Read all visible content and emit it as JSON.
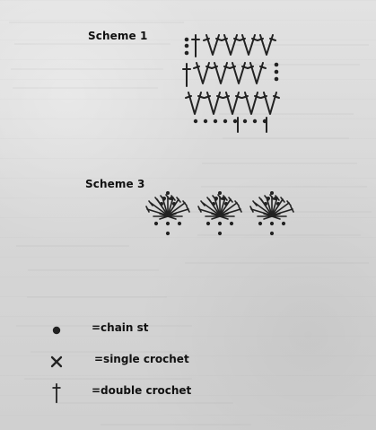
{
  "diagram": {
    "scheme_1_title": "Scheme 1",
    "scheme_3_title": "Scheme 3"
  },
  "legend": [
    {
      "label": "=chain st"
    },
    {
      "label": "=single crochet"
    },
    {
      "label": "=double crochet"
    }
  ]
}
